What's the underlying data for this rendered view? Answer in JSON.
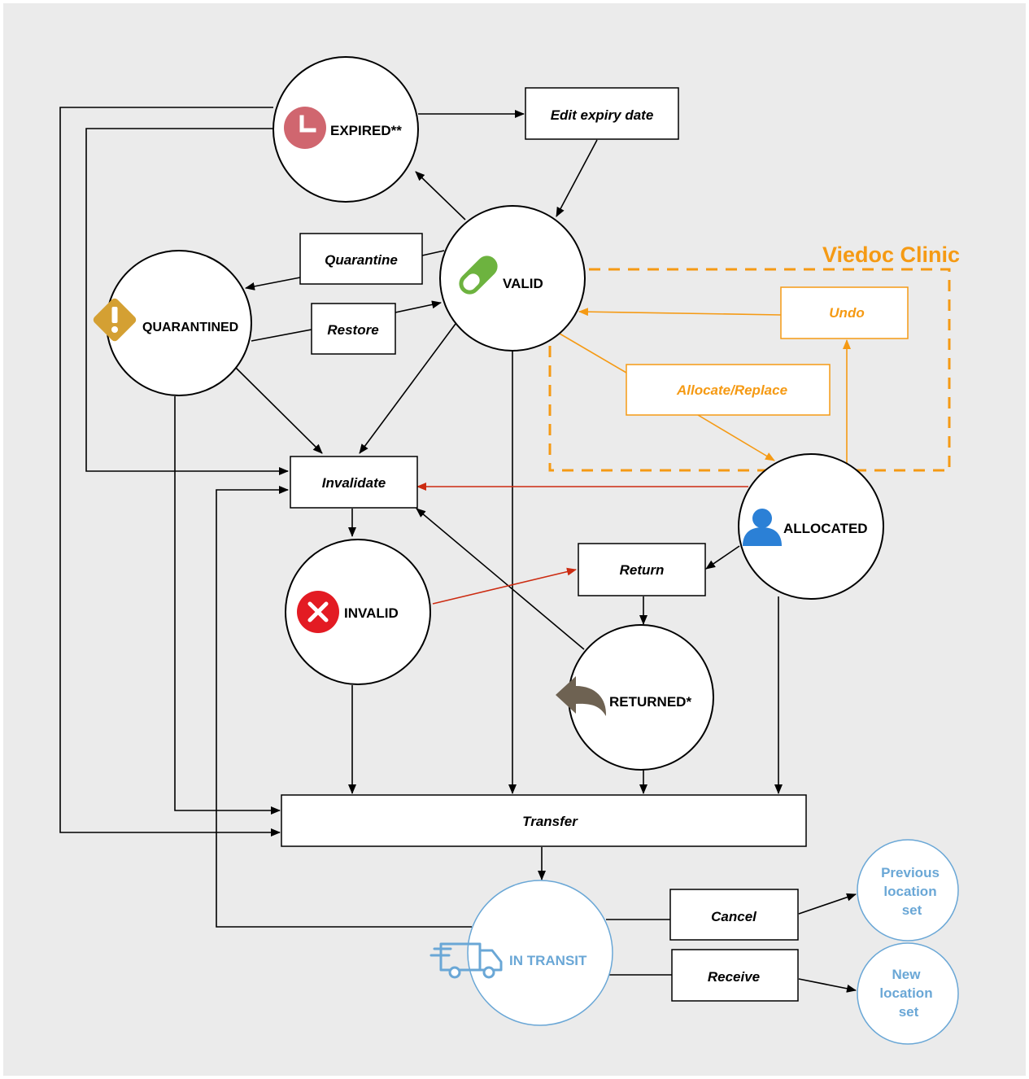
{
  "states": {
    "expired": "EXPIRED**",
    "valid": "VALID",
    "quarantined": "QUARANTINED",
    "invalid": "INVALID",
    "returned": "RETURNED*",
    "allocated": "ALLOCATED",
    "in_transit": "IN TRANSIT"
  },
  "actions": {
    "edit_expiry": "Edit expiry date",
    "quarantine": "Quarantine",
    "restore": "Restore",
    "invalidate": "Invalidate",
    "return": "Return",
    "transfer": "Transfer",
    "cancel": "Cancel",
    "receive": "Receive"
  },
  "clinic": {
    "title": "Viedoc Clinic",
    "undo": "Undo",
    "allocate_replace": "Allocate/Replace"
  },
  "outcomes": {
    "previous": [
      "Previous",
      "location",
      "set"
    ],
    "new": [
      "New",
      "location",
      "set"
    ]
  },
  "colors": {
    "background": "#ebebeb",
    "clinic_orange": "#f59a14",
    "transit_blue": "#6aa7d6",
    "invalidate_red": "#cc2b11",
    "expired_icon": "#d0666f",
    "valid_icon": "#6db33f",
    "quarantined_icon": "#d4a033",
    "invalid_icon": "#e31b23",
    "allocated_icon": "#2b80d6",
    "returned_icon": "#6e6252"
  },
  "icons": {
    "expired": "clock-icon",
    "valid": "pill-icon",
    "quarantined": "warning-diamond-icon",
    "invalid": "x-circle-icon",
    "allocated": "person-icon",
    "returned": "undo-arrow-icon",
    "in_transit": "delivery-truck-icon"
  }
}
